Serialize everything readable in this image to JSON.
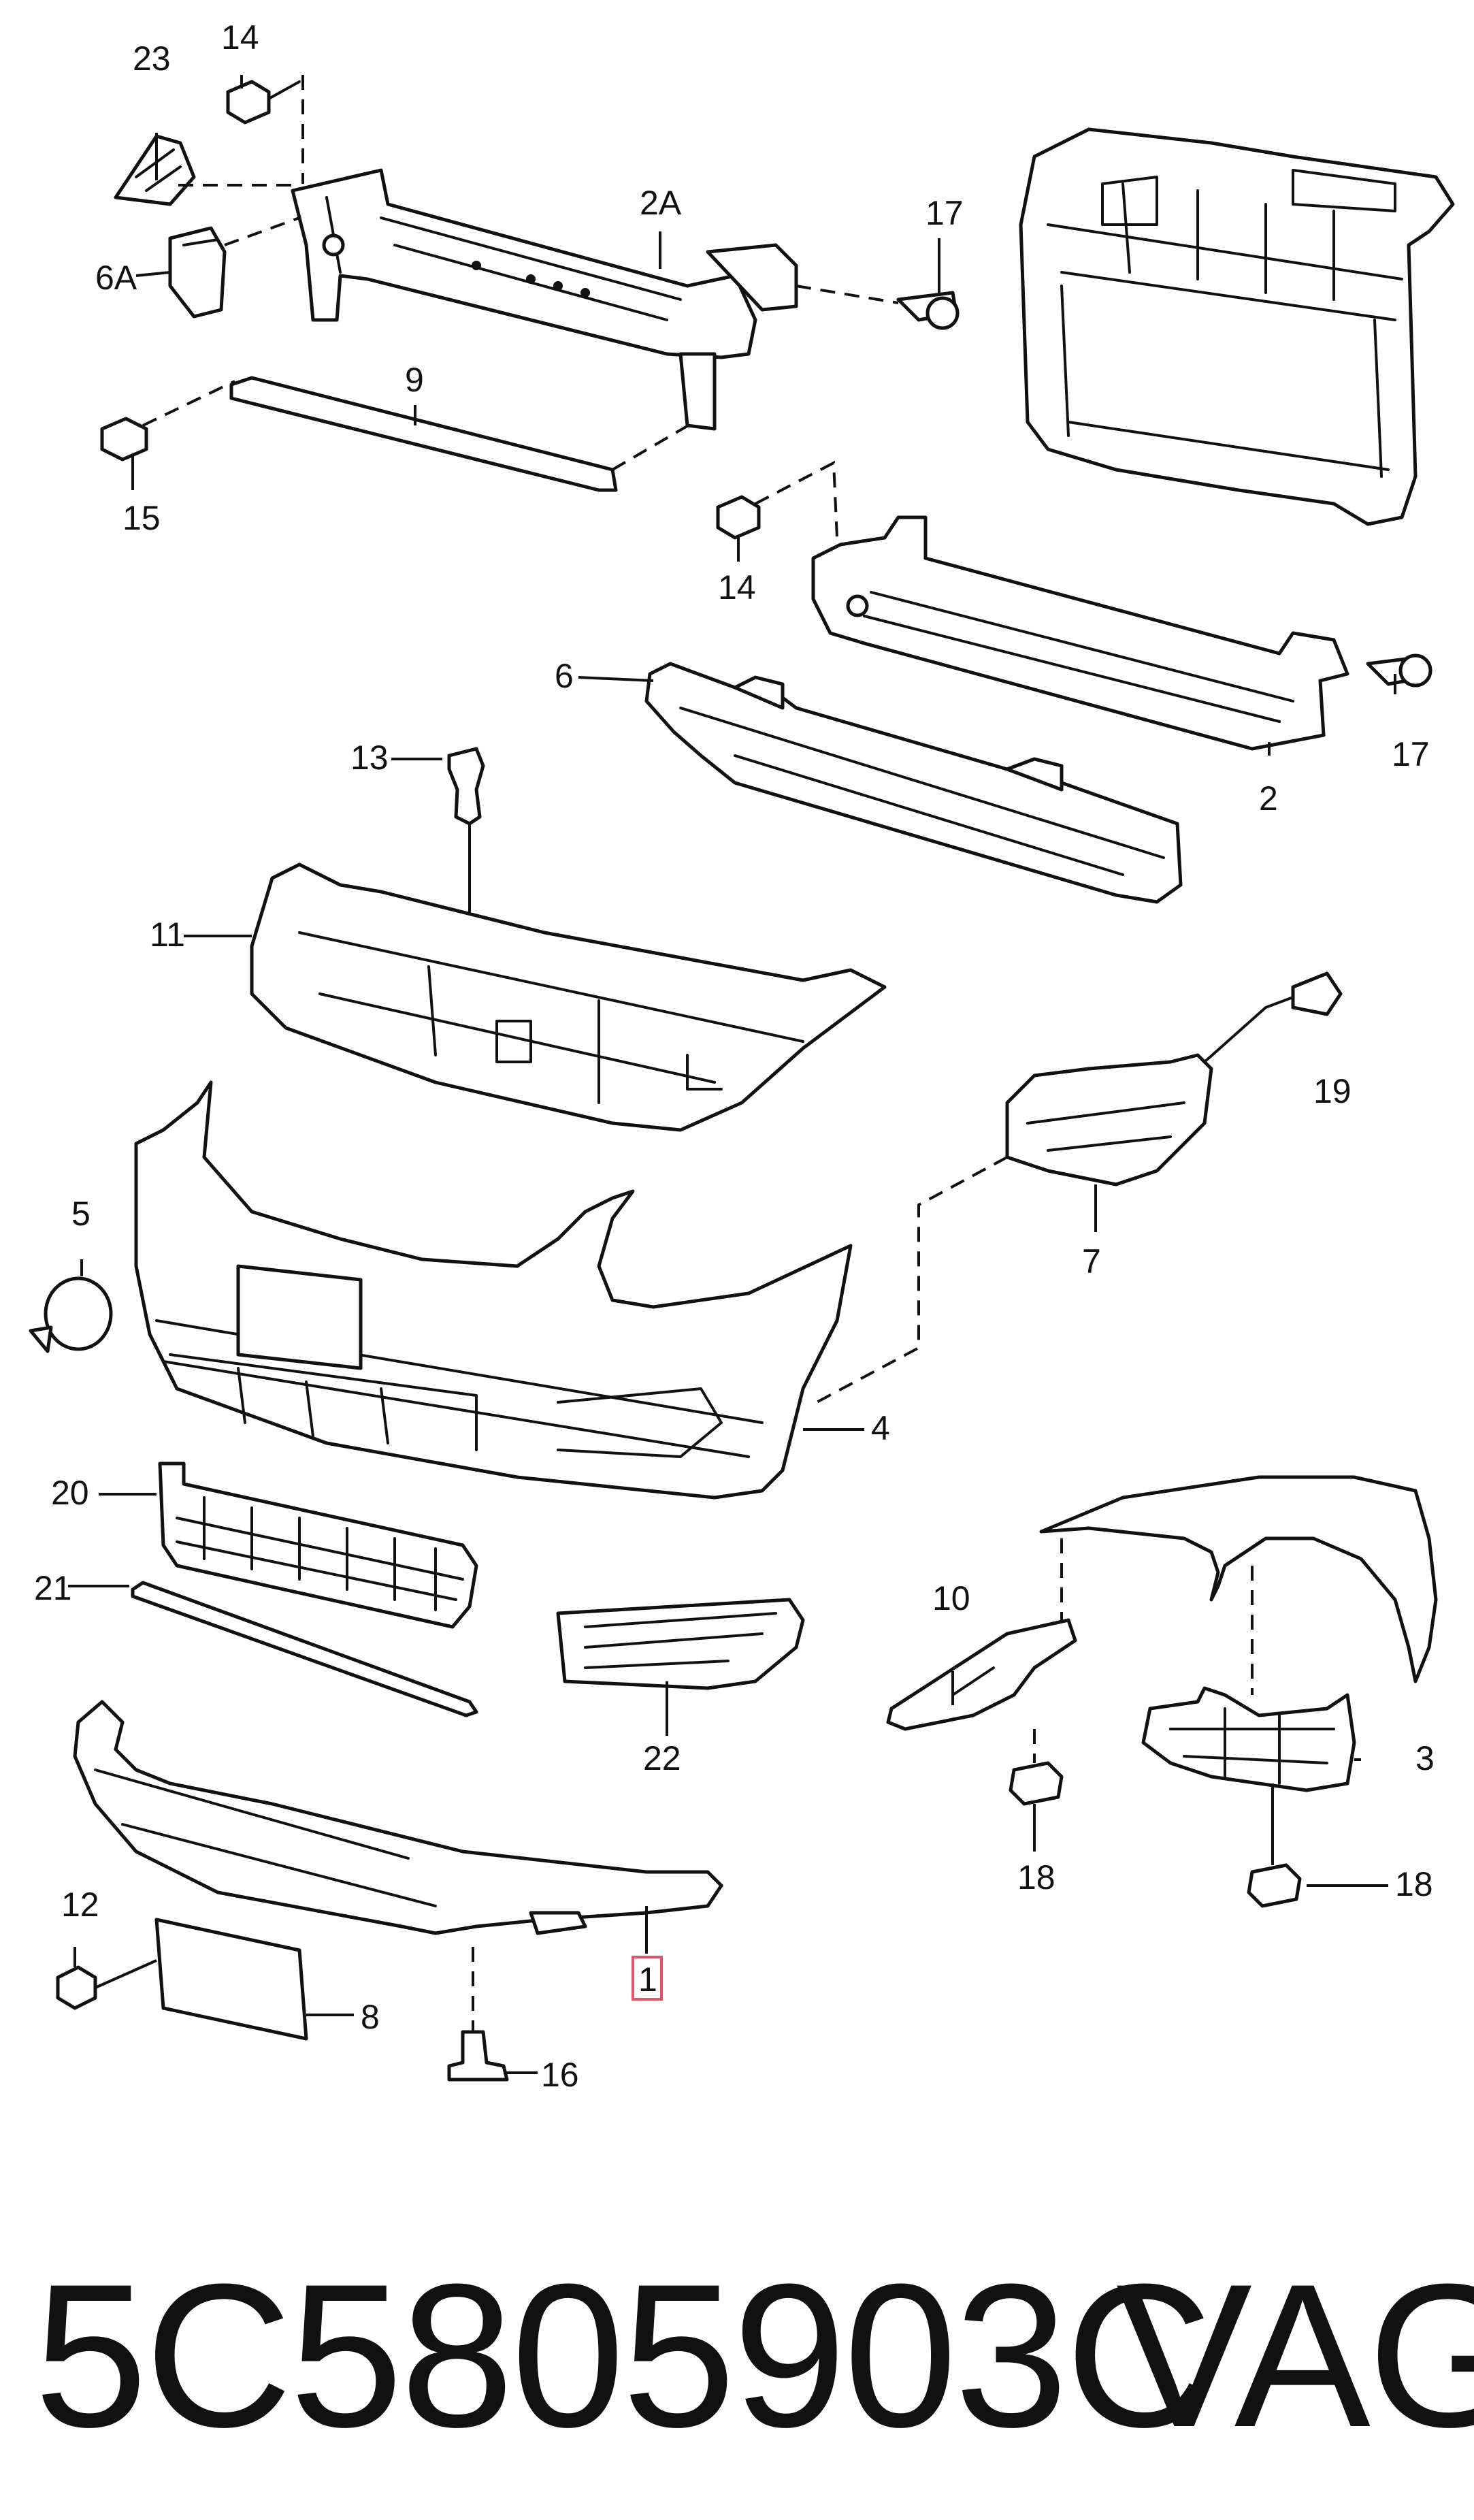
{
  "callouts": {
    "c1": "1",
    "c2": "2",
    "c2A": "2A",
    "c3": "3",
    "c4": "4",
    "c5": "5",
    "c6": "6",
    "c6A": "6A",
    "c7": "7",
    "c8": "8",
    "c9": "9",
    "c10": "10",
    "c11": "11",
    "c12": "12",
    "c13": "13",
    "c14a": "14",
    "c14b": "14",
    "c15": "15",
    "c16": "16",
    "c17a": "17",
    "c17b": "17",
    "c18a": "18",
    "c18b": "18",
    "c19": "19",
    "c20": "20",
    "c21": "21",
    "c22": "22",
    "c23": "23"
  },
  "part_number": "5C5805903C",
  "brand": "VAG",
  "highlight_color": "#e0556a"
}
